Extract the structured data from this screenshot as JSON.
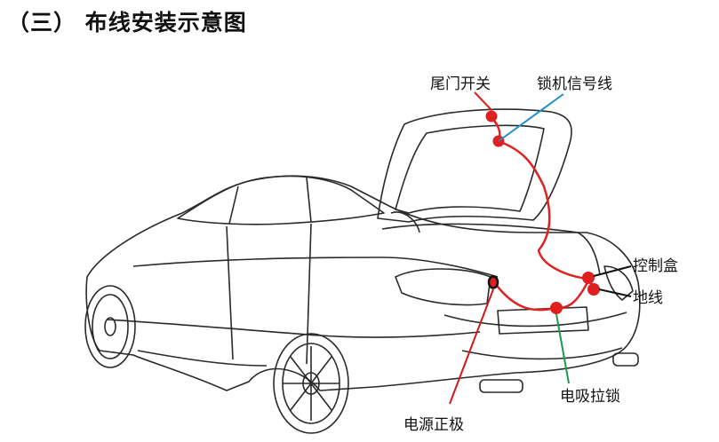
{
  "title": "（三） 布线安装示意图",
  "labels": {
    "tail_switch": "尾门开关",
    "lock_signal": "锁机信号线",
    "control_box": "控制盒",
    "ground": "地线",
    "suction_lock": "电吸拉锁",
    "power_positive": "电源正极"
  },
  "colors": {
    "wire": "#e0201e",
    "lock_signal_line": "#1e8fc8",
    "suction_lock_line": "#1e9a4a",
    "power_line": "#d01818",
    "leader": "#111111"
  }
}
